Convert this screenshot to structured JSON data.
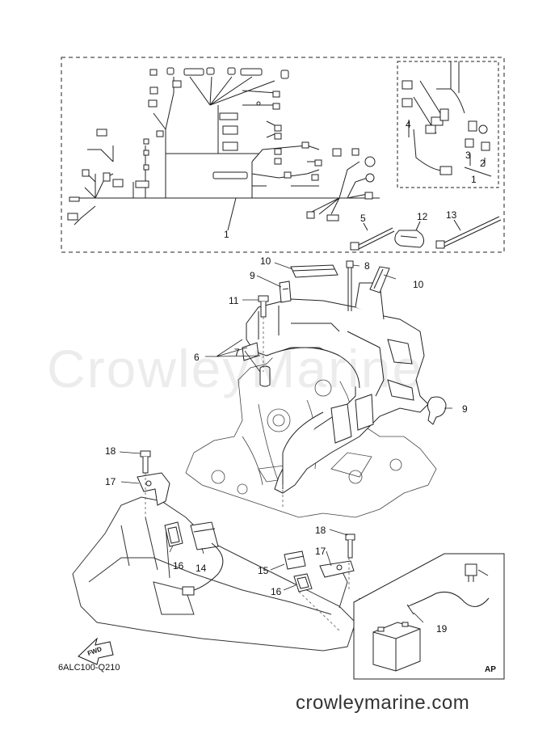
{
  "diagram_code": "6ALC100-Q210",
  "site_name": "crowleymarine.com",
  "watermark": "CrowleyMarine",
  "inset_label": "AP",
  "fwd_label": "FWD",
  "callouts": {
    "c1_harness": "1",
    "c1_inset": "1",
    "c2": "2",
    "c3": "3",
    "c4": "4",
    "c5": "5",
    "c6": "6",
    "c7": "7",
    "c8": "8",
    "c9_top": "9",
    "c9_right": "9",
    "c10_top": "10",
    "c10_right": "10",
    "c11": "11",
    "c12": "12",
    "c13": "13",
    "c14": "14",
    "c15": "15",
    "c16_left": "16",
    "c16_right": "16",
    "c17_left": "17",
    "c17_right": "17",
    "c18_left": "18",
    "c18_right": "18",
    "c19": "19"
  }
}
